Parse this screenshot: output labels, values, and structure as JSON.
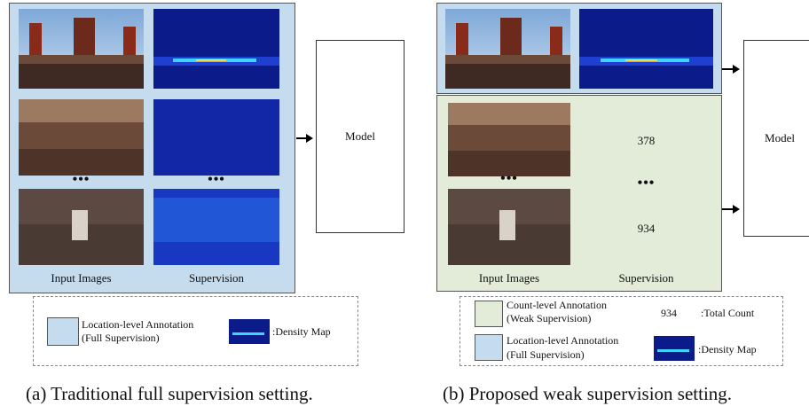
{
  "colors": {
    "full_supervision_panel": "#c5dcef",
    "weak_supervision_panel": "#e3ecd8",
    "density_map": "#0c1b8a"
  },
  "left": {
    "input_images_label": "Input Images",
    "supervision_label": "Supervision",
    "ellipsis": "•••",
    "model_label": "Model",
    "legend": {
      "location_level_line1": "Location-level Annotation",
      "location_level_line2": "(Full Supervision)",
      "density_map_label": ":Density Map"
    },
    "caption": "(a) Traditional full supervision setting."
  },
  "right": {
    "count_1": "378",
    "count_ellipsis": "•••",
    "count_2": "934",
    "input_images_label": "Input Images",
    "supervision_label": "Supervision",
    "ellipsis": "•••",
    "model_label": "Model",
    "legend": {
      "count_level_line1": "Count-level Annotation",
      "count_level_line2": "(Weak Supervision)",
      "total_count_value": "934",
      "total_count_label": ":Total Count",
      "location_level_line1": "Location-level Annotation",
      "location_level_line2": "(Full Supervision)",
      "density_map_label": ":Density Map"
    },
    "caption": "(b) Proposed weak supervision setting."
  }
}
